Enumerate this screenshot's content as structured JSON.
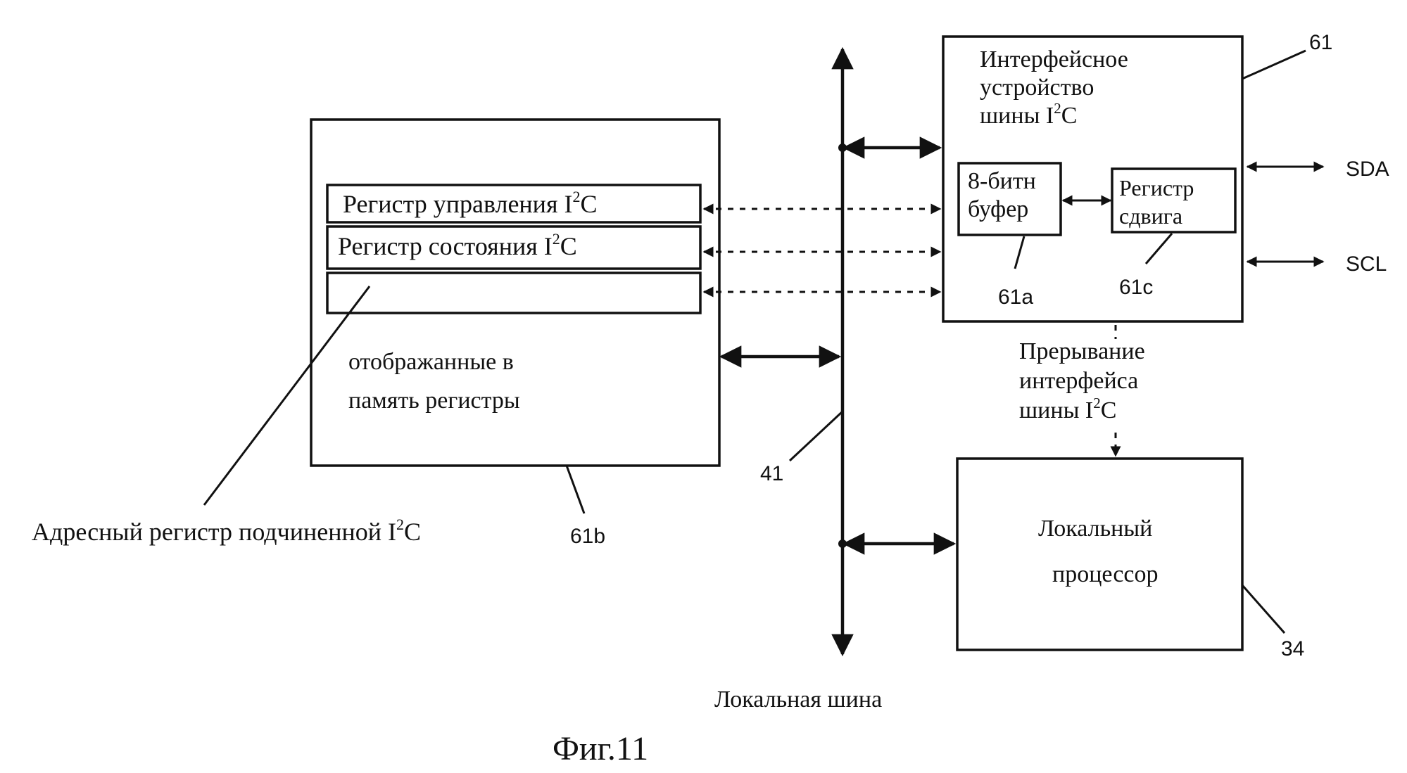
{
  "figure": {
    "caption": "Фиг.11",
    "bus_label": "Локальная шина",
    "bus_ref": "41"
  },
  "left_block": {
    "ref": "61b",
    "caption_line1": "отображанные в",
    "caption_line2": "память регистры",
    "registers": {
      "control_prefix": "Регистр управления I",
      "status_prefix": "Регистр состояния I",
      "superscript": "2",
      "suffix": "C"
    },
    "address_register_prefix": "Адресный регистр подчиненной I",
    "address_register_sup": "2",
    "address_register_suffix": "C"
  },
  "interface_block": {
    "ref": "61",
    "title_line1": "Интерфейсное",
    "title_line2": "устройство",
    "title_line3_prefix": "шины I",
    "title_line3_sup": "2",
    "title_line3_suffix": "C",
    "buffer_line1": "8-битн",
    "buffer_line2": "буфер",
    "buffer_ref": "61а",
    "shift_line1": "Регистр",
    "shift_line2": "сдвига",
    "shift_ref": "61с",
    "sda_label": "SDA",
    "scl_label": "SCL"
  },
  "interrupt": {
    "line1": "Прерывание",
    "line2": "интерфейса",
    "line3_prefix": "шины I",
    "line3_sup": "2",
    "line3_suffix": "C"
  },
  "processor": {
    "ref": "34",
    "line1": "Локальный",
    "line2": "процессор"
  }
}
